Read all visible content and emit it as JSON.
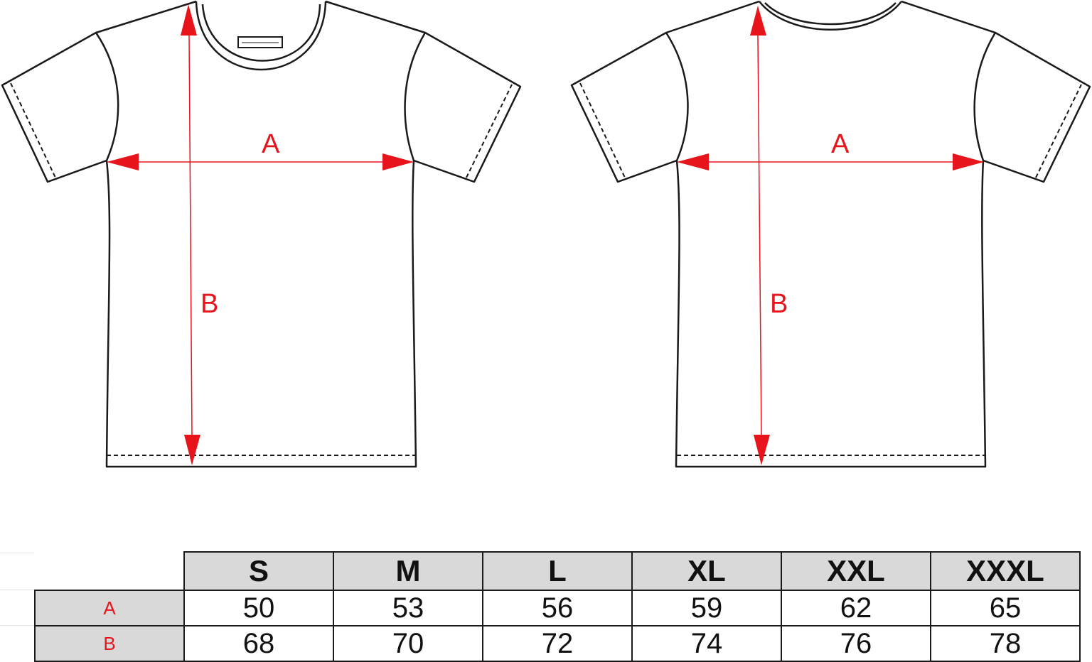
{
  "measurements": {
    "front": {
      "width_label": "A",
      "length_label": "B"
    },
    "back": {
      "width_label": "A",
      "length_label": "B"
    }
  },
  "size_table": {
    "sizes": [
      "S",
      "M",
      "L",
      "XL",
      "XXL",
      "XXXL"
    ],
    "rows": [
      {
        "label": "A",
        "values": [
          "50",
          "53",
          "56",
          "59",
          "62",
          "65"
        ]
      },
      {
        "label": "B",
        "values": [
          "68",
          "70",
          "72",
          "74",
          "76",
          "78"
        ]
      }
    ]
  },
  "colors": {
    "arrow": "#e8141b",
    "outline": "#1a1a1a",
    "header_fill": "#d9d9d9"
  },
  "icons": [
    "arrow-left",
    "arrow-right",
    "arrow-up",
    "arrow-down"
  ]
}
